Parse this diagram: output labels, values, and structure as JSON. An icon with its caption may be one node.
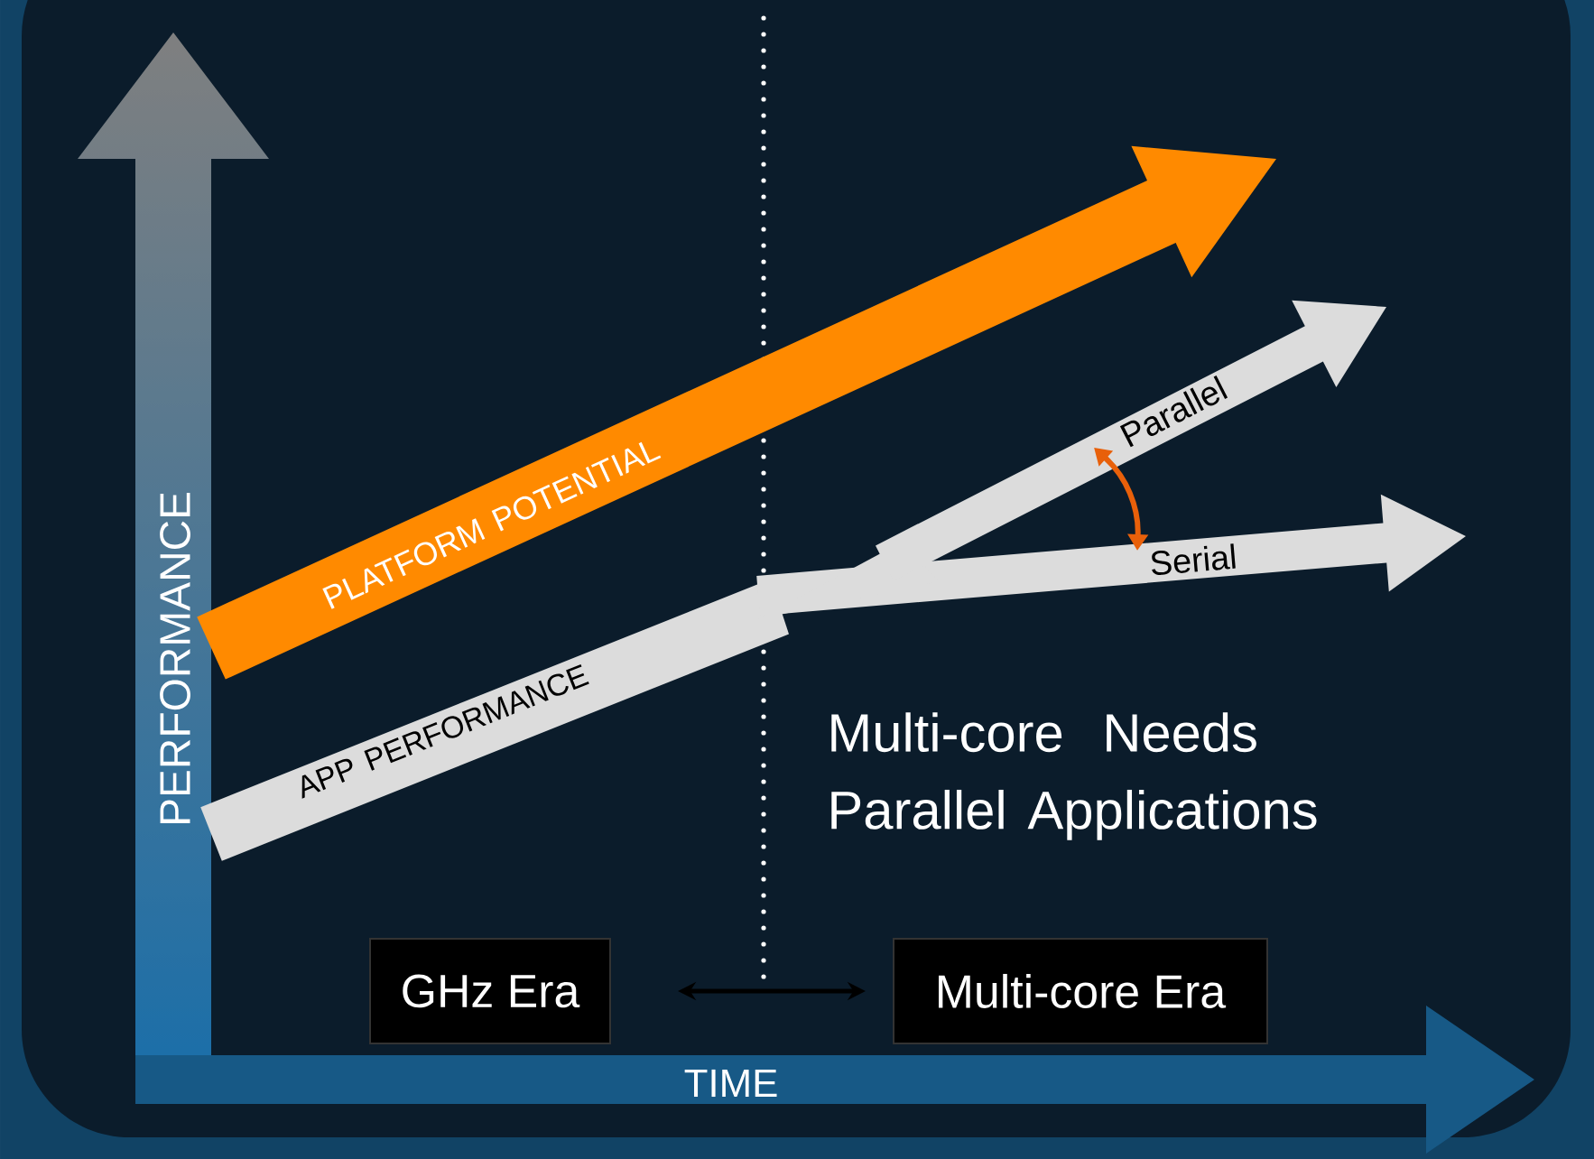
{
  "diagram": {
    "nodes": [
      {
        "text": [
          "GHz Era"
        ]
      },
      {
        "text": [
          "Multi-core Era"
        ]
      }
    ],
    "edges": [
      {
        "from": 0,
        "to": 1,
        "arrow": "both"
      }
    ],
    "labels": [
      "PLATFORM POTENTIAL",
      "Parallel",
      "Serial",
      "PERFORMANCE",
      "APP PERFORMANCE",
      "Multi-core Needs Parallel Applications",
      "TIME"
    ]
  }
}
